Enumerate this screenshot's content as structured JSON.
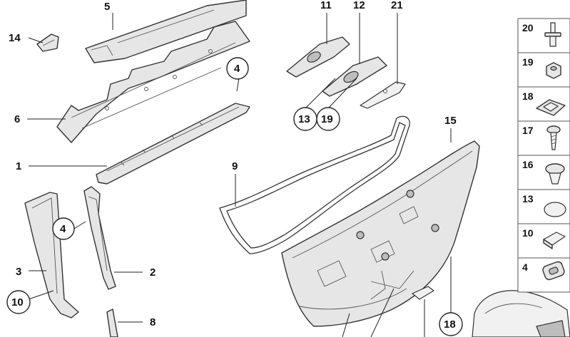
{
  "callouts": {
    "n1": "1",
    "n2": "2",
    "n3": "3",
    "n4a": "4",
    "n4b": "4",
    "n5": "5",
    "n6": "6",
    "n8": "8",
    "n9": "9",
    "n10": "10",
    "n11": "11",
    "n12": "12",
    "n13": "13",
    "n14": "14",
    "n15": "15",
    "n18": "18",
    "n19": "19",
    "n21": "21"
  },
  "legend": [
    {
      "number": "20",
      "icon": "push-rivet-icon"
    },
    {
      "number": "19",
      "icon": "hex-nut-icon"
    },
    {
      "number": "18",
      "icon": "spring-nut-icon"
    },
    {
      "number": "17",
      "icon": "screw-icon"
    },
    {
      "number": "16",
      "icon": "expanding-rivet-icon"
    },
    {
      "number": "13",
      "icon": "cap-icon"
    },
    {
      "number": "10",
      "icon": "cover-cap-icon"
    },
    {
      "number": "4",
      "icon": "clip-nut-icon"
    }
  ]
}
